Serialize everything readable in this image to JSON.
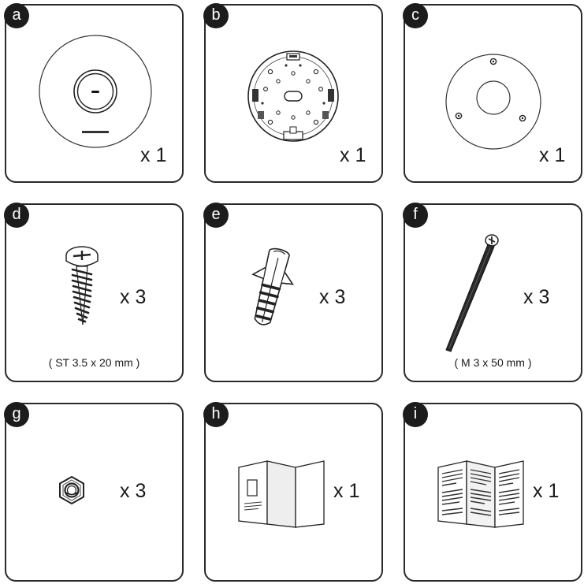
{
  "items": [
    {
      "letter": "a",
      "quantity": "x 1",
      "spec": ""
    },
    {
      "letter": "b",
      "quantity": "x 1",
      "spec": ""
    },
    {
      "letter": "c",
      "quantity": "x 1",
      "spec": ""
    },
    {
      "letter": "d",
      "quantity": "x 3",
      "spec": "( ST 3.5 x 20 mm )"
    },
    {
      "letter": "e",
      "quantity": "x 3",
      "spec": ""
    },
    {
      "letter": "f",
      "quantity": "x 3",
      "spec": "( M 3 x 50 mm )"
    },
    {
      "letter": "g",
      "quantity": "x 3",
      "spec": ""
    },
    {
      "letter": "h",
      "quantity": "x 1",
      "spec": ""
    },
    {
      "letter": "i",
      "quantity": "x 1",
      "spec": ""
    }
  ]
}
